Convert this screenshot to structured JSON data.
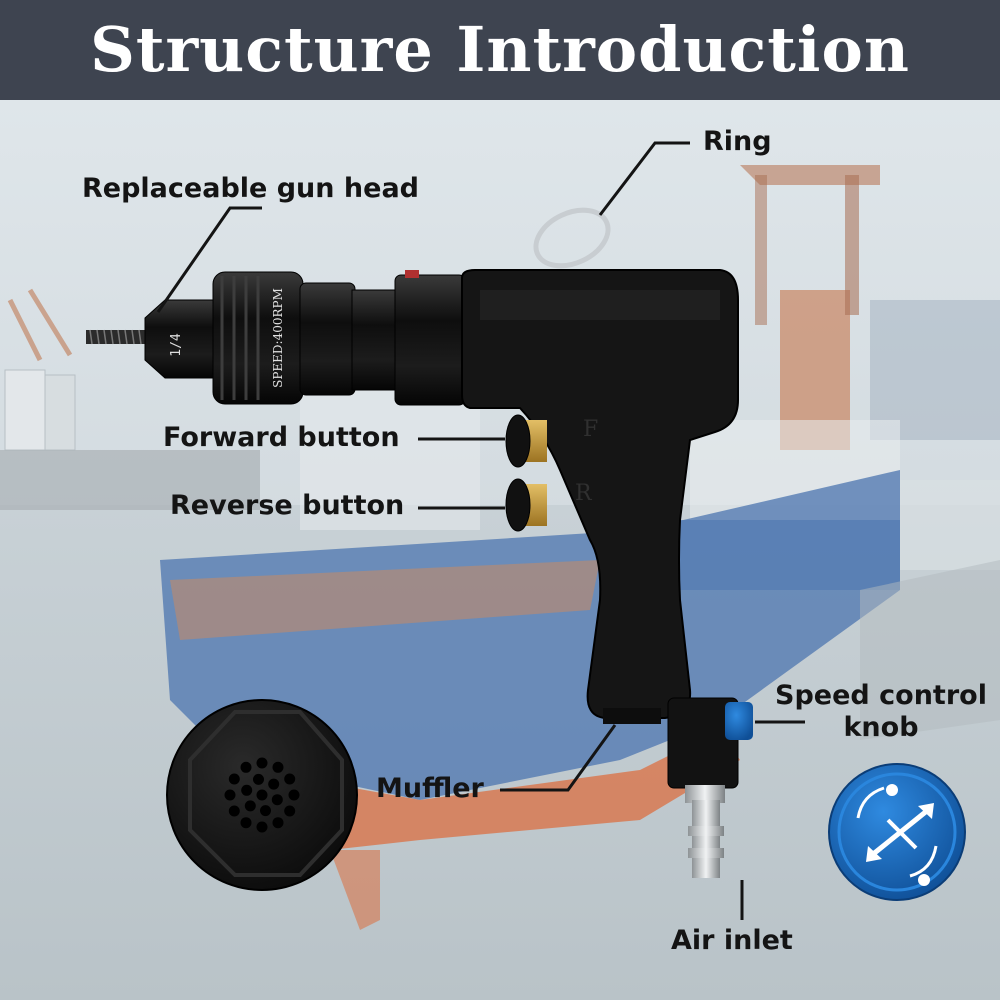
{
  "banner": {
    "title": "Structure Introduction",
    "background": "#3e4450"
  },
  "callouts": {
    "ring": "Ring",
    "gun_head": "Replaceable gun head",
    "forward_button": "Forward button",
    "reverse_button": "Reverse button",
    "speed_knob_line1": "Speed control",
    "speed_knob_line2": "knob",
    "muffler": "Muffler",
    "air_inlet": "Air inlet"
  },
  "tool_markings": {
    "speed": "SPEED:400RPM",
    "size": "1/4",
    "forward_letter": "F",
    "reverse_letter": "R"
  },
  "colors": {
    "tool_body": "#141414",
    "brass": "#c99a3a",
    "knob_blue": "#1b6fc4",
    "sea": "#c9d3d8",
    "ship_hull": "#4a6fa8",
    "ship_bottom": "#d9744a"
  },
  "icons": [
    "ring-icon",
    "muffler-closeup-icon",
    "speed-knob-closeup-icon",
    "air-connector-icon"
  ]
}
